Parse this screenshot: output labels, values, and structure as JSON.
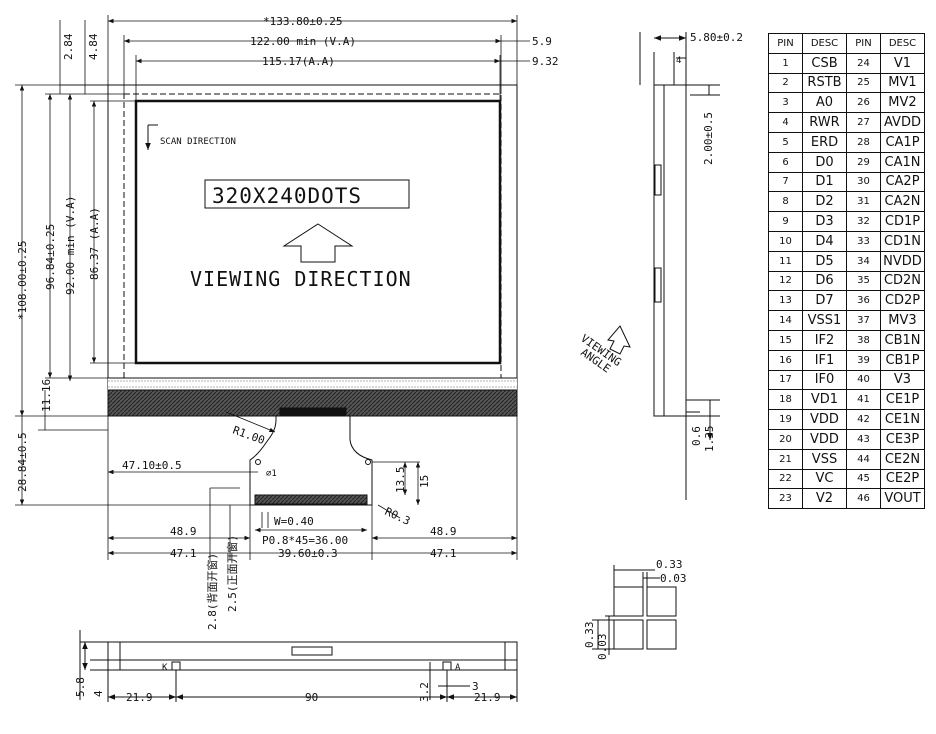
{
  "dimensions": {
    "overall_width": "*133.80±0.25",
    "va_width": "122.00 min (V.A)",
    "aa_width": "115.17(A.A)",
    "right_offset_va": "5.9",
    "right_offset_aa": "9.32",
    "left_offset_1": "2.84",
    "left_offset_2": "4.84",
    "overall_height": "*108.00±0.25",
    "h_9684": "96.84±0.25",
    "va_height": "92.00 min (V.A)",
    "aa_height": "86.37 (A.A)",
    "bottom_band": "11.16",
    "total_height": "28.84±0.5",
    "radius_1": "R1.00",
    "fpc_offset": "47.10±0.5",
    "hole": "⌀1",
    "fpc_h1": "13.5",
    "fpc_h2": "15",
    "radius_2": "R0.3",
    "pin_width": "W=0.40",
    "pitch": "P0.8*45=36.00",
    "left_48": "48.9",
    "right_48": "48.9",
    "left_47": "47.1",
    "right_47": "47.1",
    "fpc_width": "39.60±0.3",
    "back_note": "2.8(背面开窗)",
    "front_note": "2.5(正面开窗)",
    "side_thickness": "5.80±0.2",
    "side_4": "4",
    "side_200": "2.00±0.5",
    "side_06": "0.6",
    "side_135": "1.35",
    "pad_033_top": "0.33",
    "pad_003_top": "0.03",
    "pad_033_left": "0.33",
    "pad_003_left": "0.03",
    "bottom_58": "5.8",
    "bottom_4": "4",
    "bottom_219_left": "21.9",
    "bottom_90": "90",
    "bottom_32": "3.2",
    "bottom_3": "3",
    "bottom_219_right": "21.9",
    "label_k": "K",
    "label_a": "A"
  },
  "labels": {
    "scan_direction": "SCAN DIRECTION",
    "dots": "320X240DOTS",
    "viewing_direction": "VIEWING DIRECTION",
    "viewing_angle_1": "VIEWING",
    "viewing_angle_2": "ANGLE"
  },
  "pin_table": {
    "headers": [
      "PIN",
      "DESC",
      "PIN",
      "DESC"
    ],
    "rows": [
      [
        "1",
        "CSB",
        "24",
        "V1"
      ],
      [
        "2",
        "RSTB",
        "25",
        "MV1"
      ],
      [
        "3",
        "A0",
        "26",
        "MV2"
      ],
      [
        "4",
        "RWR",
        "27",
        "AVDD"
      ],
      [
        "5",
        "ERD",
        "28",
        "CA1P"
      ],
      [
        "6",
        "D0",
        "29",
        "CA1N"
      ],
      [
        "7",
        "D1",
        "30",
        "CA2P"
      ],
      [
        "8",
        "D2",
        "31",
        "CA2N"
      ],
      [
        "9",
        "D3",
        "32",
        "CD1P"
      ],
      [
        "10",
        "D4",
        "33",
        "CD1N"
      ],
      [
        "11",
        "D5",
        "34",
        "NVDD"
      ],
      [
        "12",
        "D6",
        "35",
        "CD2N"
      ],
      [
        "13",
        "D7",
        "36",
        "CD2P"
      ],
      [
        "14",
        "VSS1",
        "37",
        "MV3"
      ],
      [
        "15",
        "IF2",
        "38",
        "CB1N"
      ],
      [
        "16",
        "IF1",
        "39",
        "CB1P"
      ],
      [
        "17",
        "IF0",
        "40",
        "V3"
      ],
      [
        "18",
        "VD1",
        "41",
        "CE1P"
      ],
      [
        "19",
        "VDD",
        "42",
        "CE1N"
      ],
      [
        "20",
        "VDD",
        "43",
        "CE3P"
      ],
      [
        "21",
        "VSS",
        "44",
        "CE2N"
      ],
      [
        "22",
        "VC",
        "45",
        "CE2P"
      ],
      [
        "23",
        "V2",
        "46",
        "VOUT"
      ]
    ]
  }
}
